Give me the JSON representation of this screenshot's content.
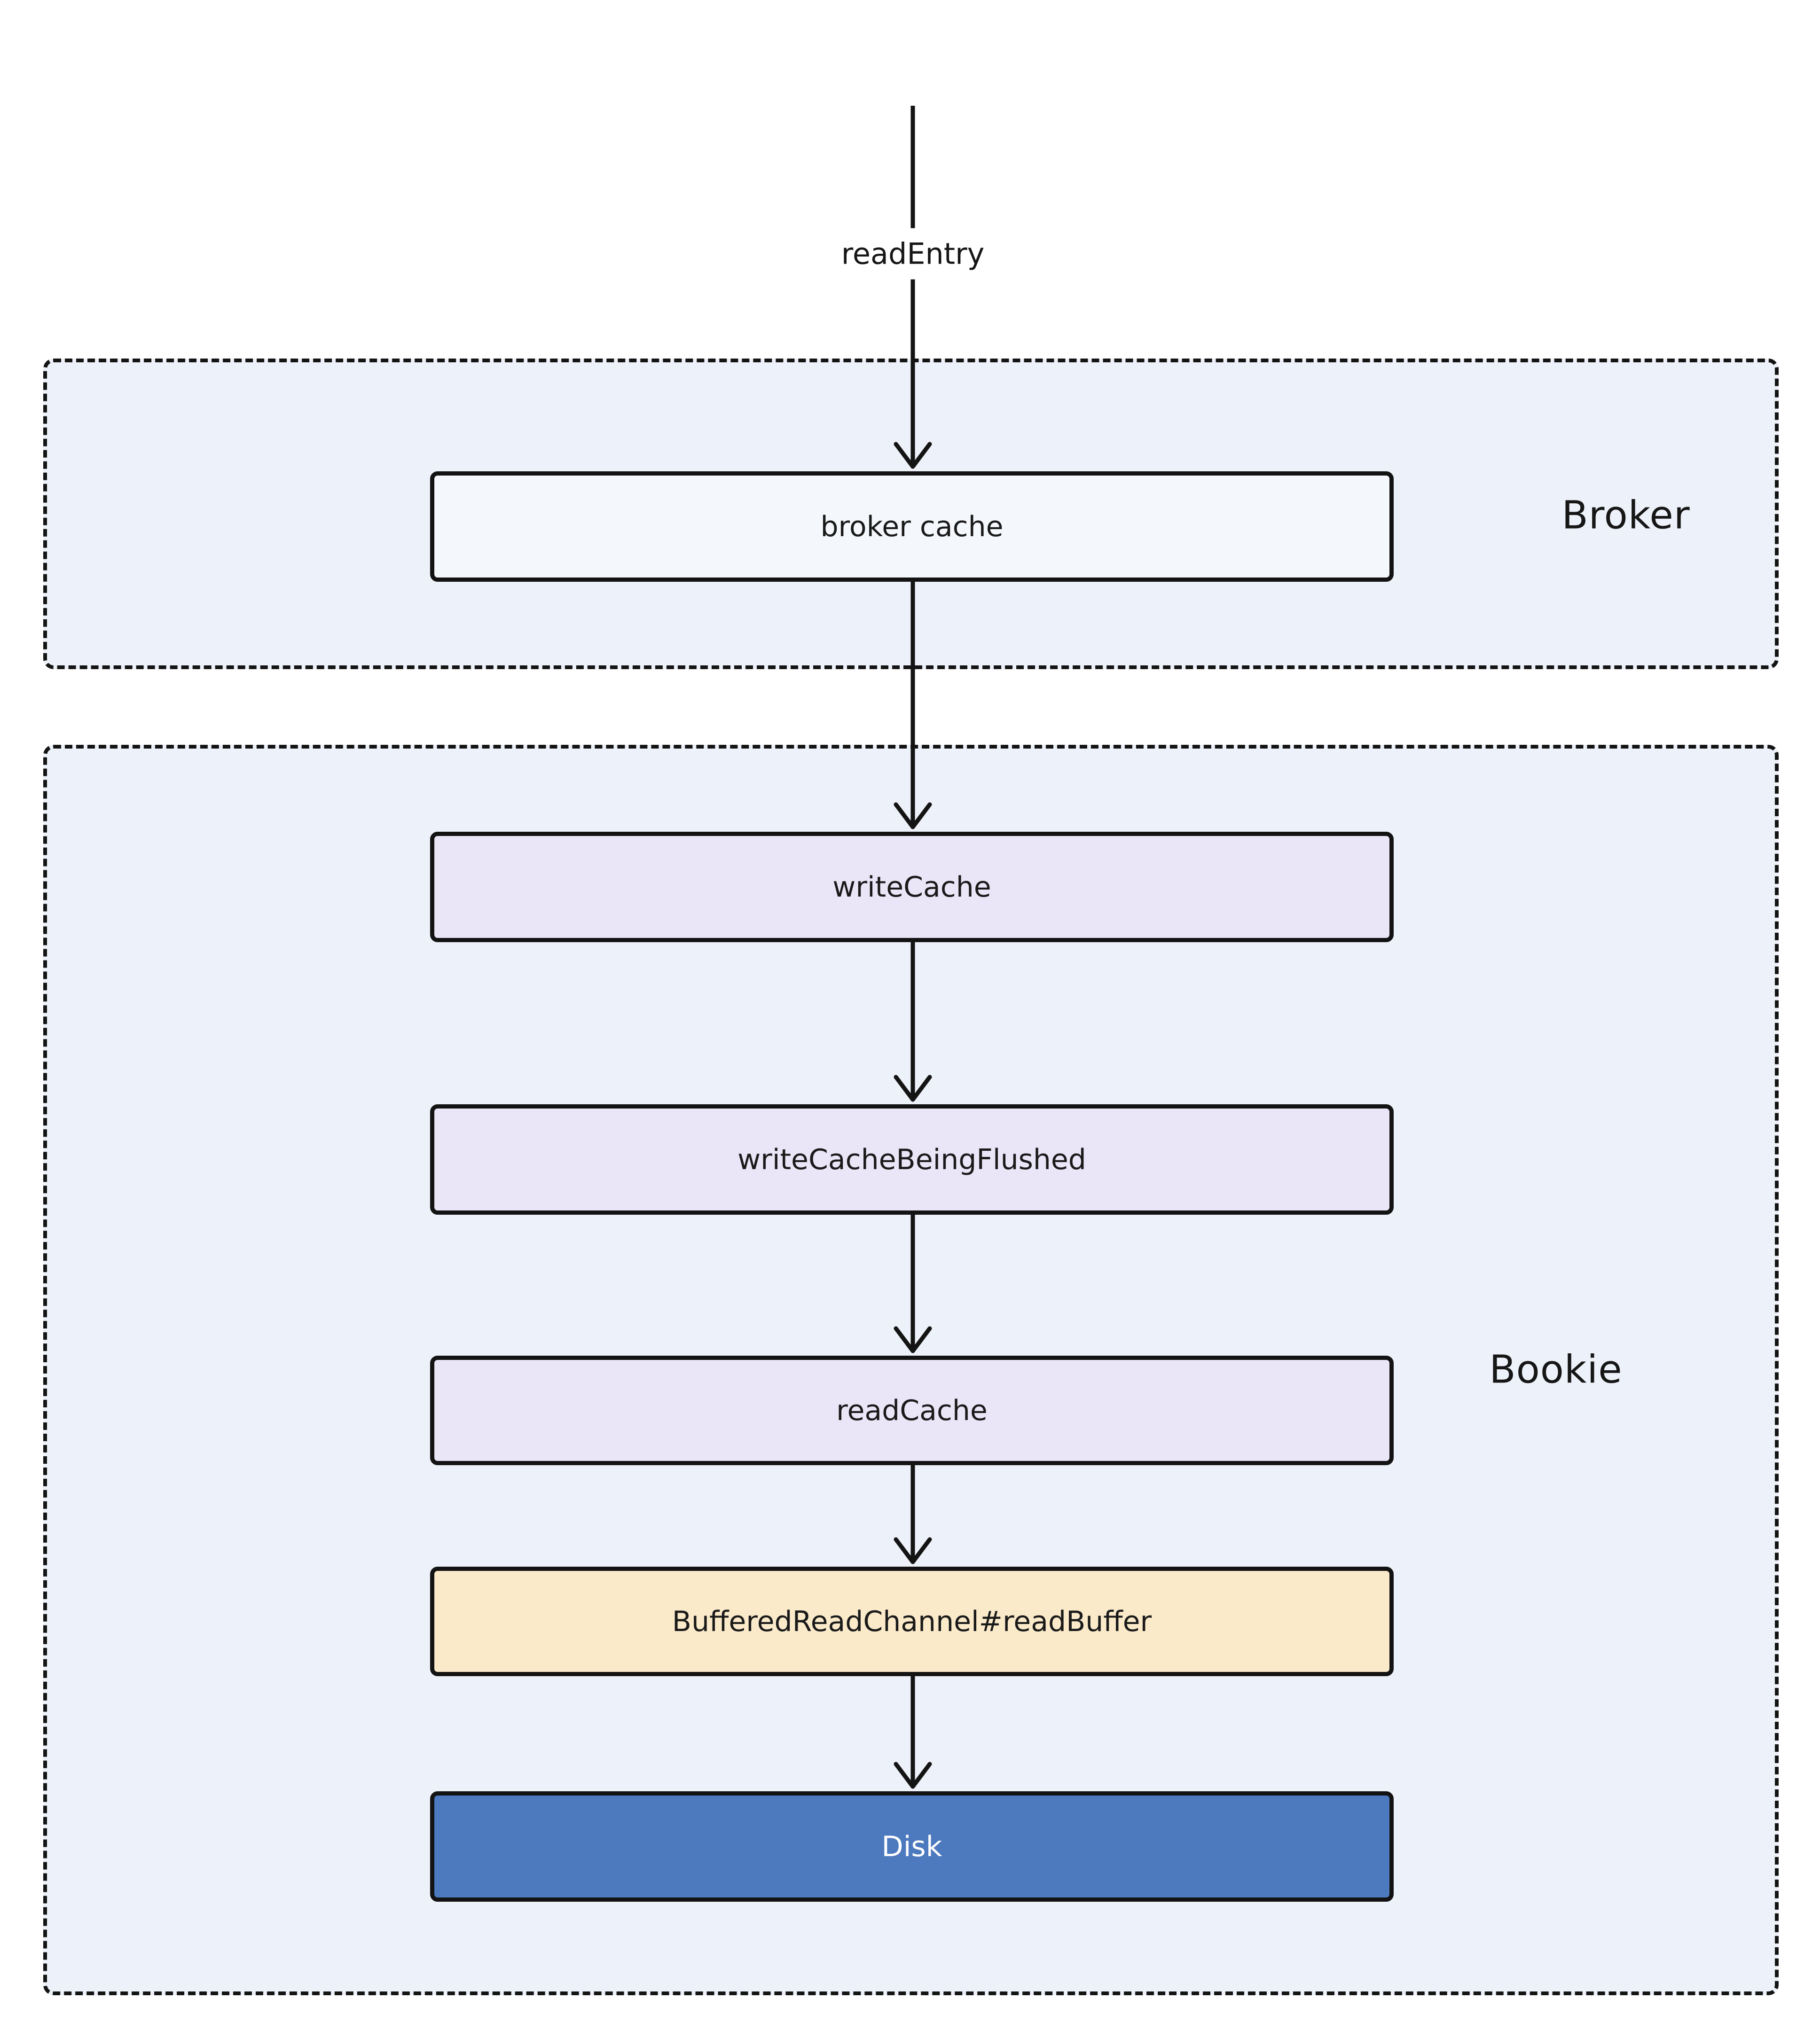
{
  "diagram": {
    "flow_label": "readEntry",
    "groups": {
      "broker": {
        "label": "Broker"
      },
      "bookie": {
        "label": "Bookie"
      }
    },
    "nodes": {
      "broker_cache": {
        "label": "broker cache",
        "fill": "#f4f7fc",
        "text": "#1a1a1a"
      },
      "write_cache": {
        "label": "writeCache",
        "fill": "#eae5f7",
        "text": "#1a1a1a"
      },
      "write_cache_being_flushed": {
        "label": "writeCacheBeingFlushed",
        "fill": "#eae5f7",
        "text": "#1a1a1a"
      },
      "read_cache": {
        "label": "readCache",
        "fill": "#eae5f7",
        "text": "#1a1a1a"
      },
      "buffered_read_channel": {
        "label": "BufferedReadChannel#readBuffer",
        "fill": "#faeaca",
        "text": "#1a1a1a"
      },
      "disk": {
        "label": "Disk",
        "fill": "#4d79be",
        "text": "#ffffff"
      }
    },
    "colors": {
      "page_background": "#ffffff",
      "group_fill": "#edf1f9",
      "stroke": "#141414"
    }
  }
}
